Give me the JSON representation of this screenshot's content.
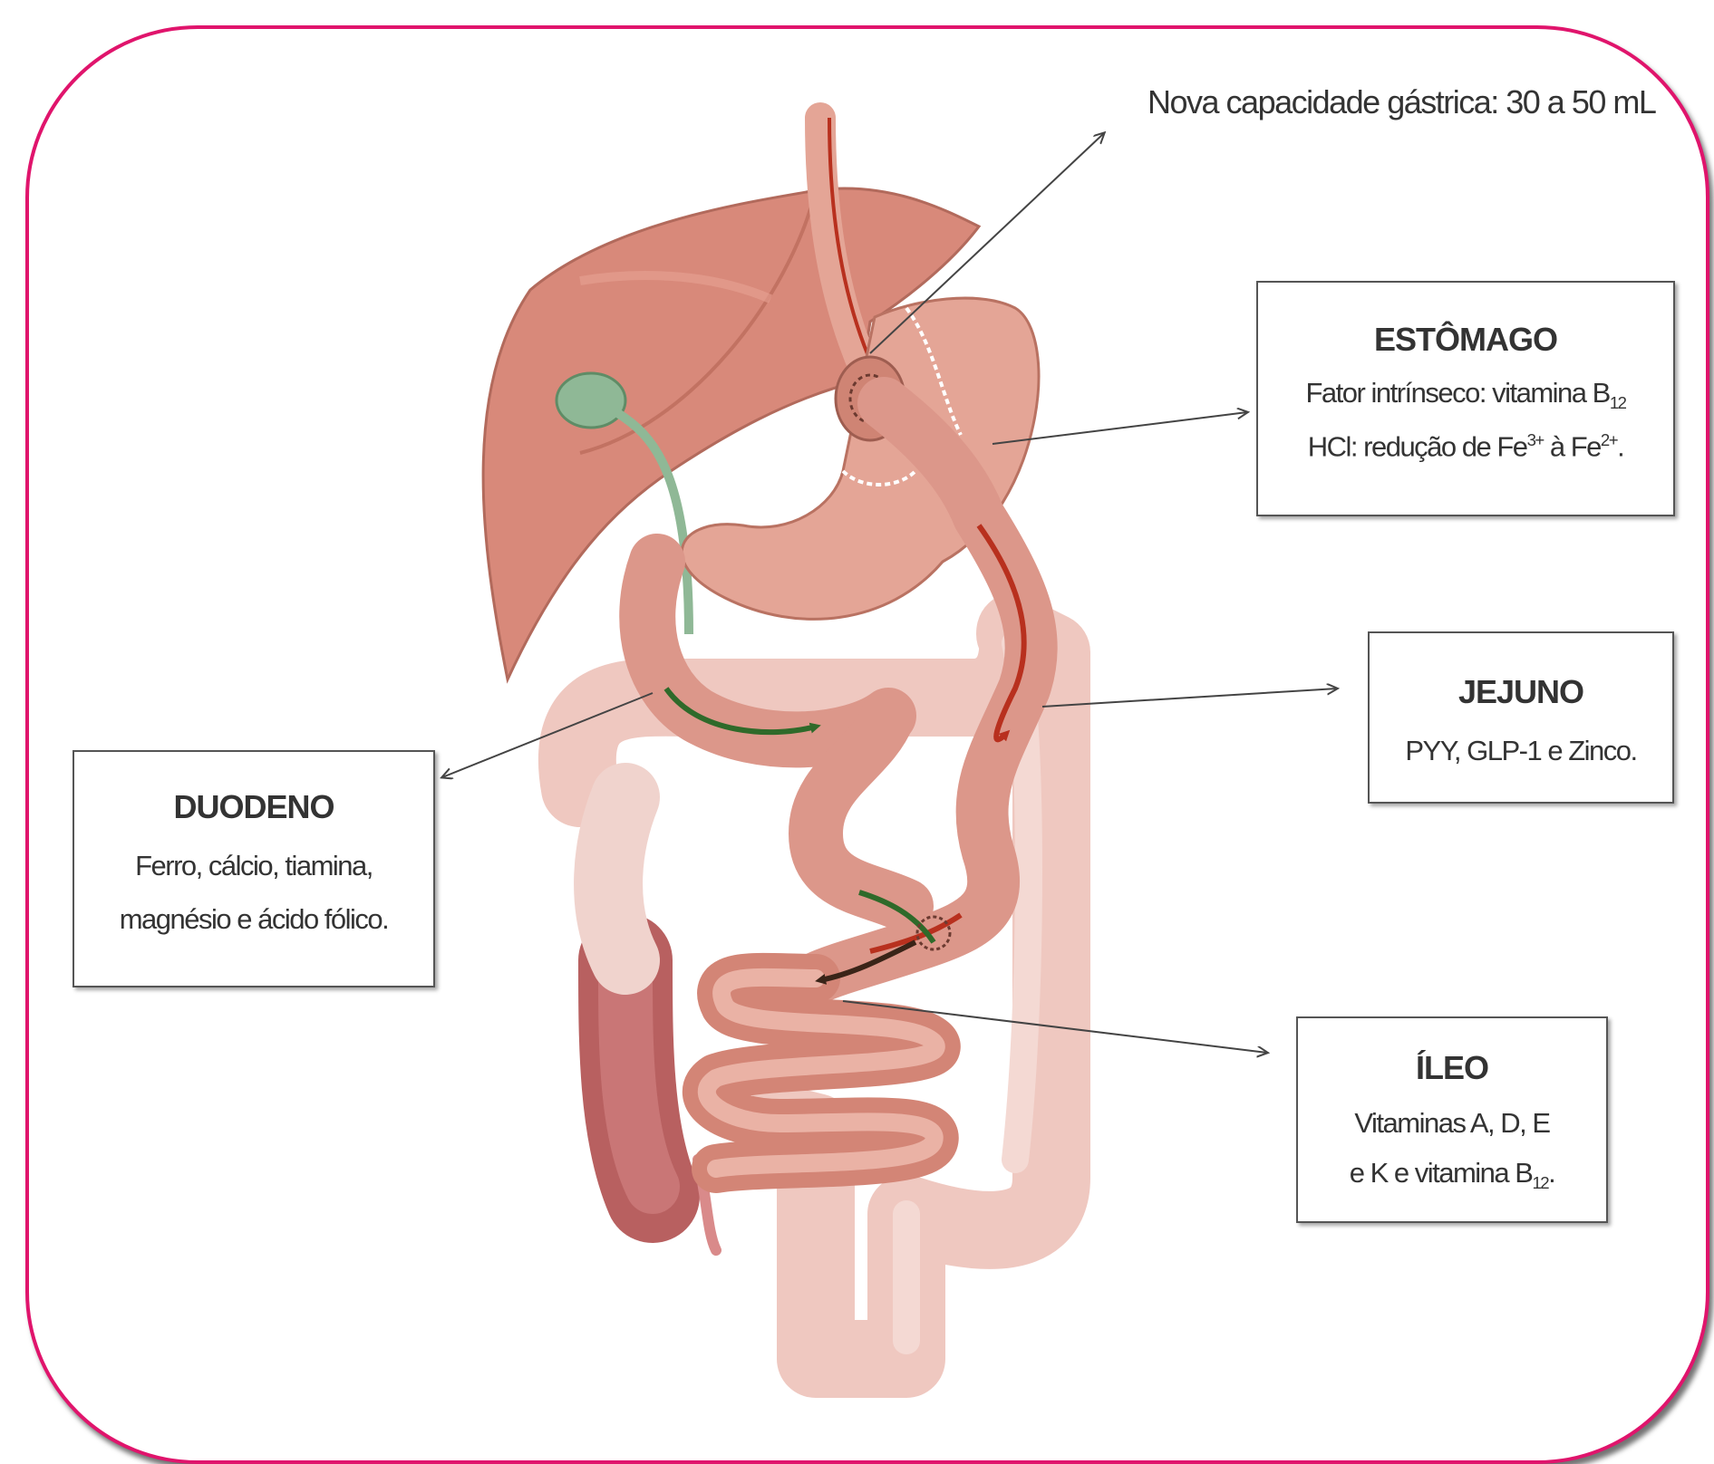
{
  "capacity_label": "Nova capacidade gástrica: 30 a 50 mL",
  "boxes": {
    "estomago": {
      "title": "ESTÔMAGO",
      "line1_prefix": "Fator intrínseco: vitamina B",
      "line1_sub": "12",
      "line2_a": "HCl: redução de Fe",
      "line2_sup1": "3+",
      "line2_b": " à Fe",
      "line2_sup2": "2+",
      "line2_c": "."
    },
    "jejuno": {
      "title": "JEJUNO",
      "line1": "PYY, GLP-1 e Zinco."
    },
    "duodeno": {
      "title": "DUODENO",
      "line1": "Ferro, cálcio, tiamina,",
      "line2": "magnésio e ácido fólico."
    },
    "ileo": {
      "title": "ÍLEO",
      "line1": "Vitaminas A, D, E",
      "line2_prefix": "e K e vitamina B",
      "line2_sub": "12",
      "line2_suffix": "."
    }
  },
  "colors": {
    "frame_border": "#e0146c",
    "organ": "#d98a78",
    "colon": "#efc8c0",
    "gallbladder": "#8fb896",
    "food_flow": "#b8301e",
    "bile_flow": "#2f6a2a"
  }
}
